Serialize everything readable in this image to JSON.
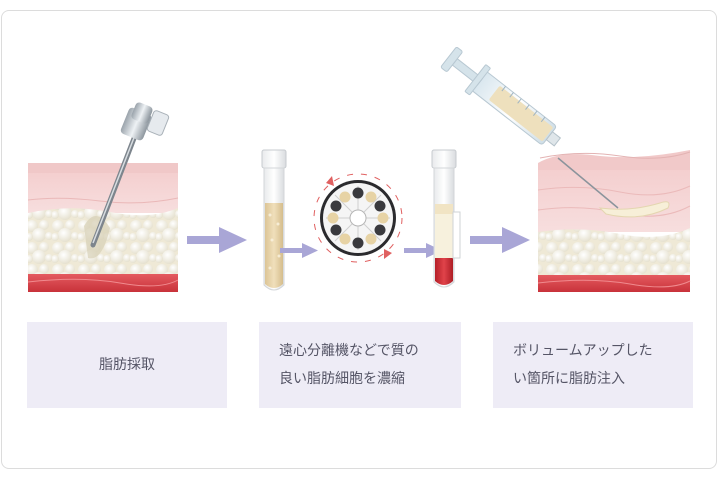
{
  "steps": [
    {
      "caption": "脂肪採取"
    },
    {
      "caption_line1": "遠心分離機などで質の",
      "caption_line2": "良い脂肪細胞を濃縮"
    },
    {
      "caption_line1": "ボリュームアップした",
      "caption_line2": "い箇所に脂肪注入"
    }
  ],
  "colors": {
    "caption_bg": "#eeecf6",
    "caption_text": "#555566",
    "arrow": "#a9a6d6",
    "skin": "#f3c9c9",
    "fat": "#f2efe2",
    "muscle": "#d9434b",
    "blood": "#c8262e",
    "concentrate": "#e6d2a7"
  },
  "icons": [
    "liposuction-cannula-icon",
    "test-tube-icon",
    "centrifuge-icon",
    "syringe-icon",
    "arrow-right-icon"
  ]
}
